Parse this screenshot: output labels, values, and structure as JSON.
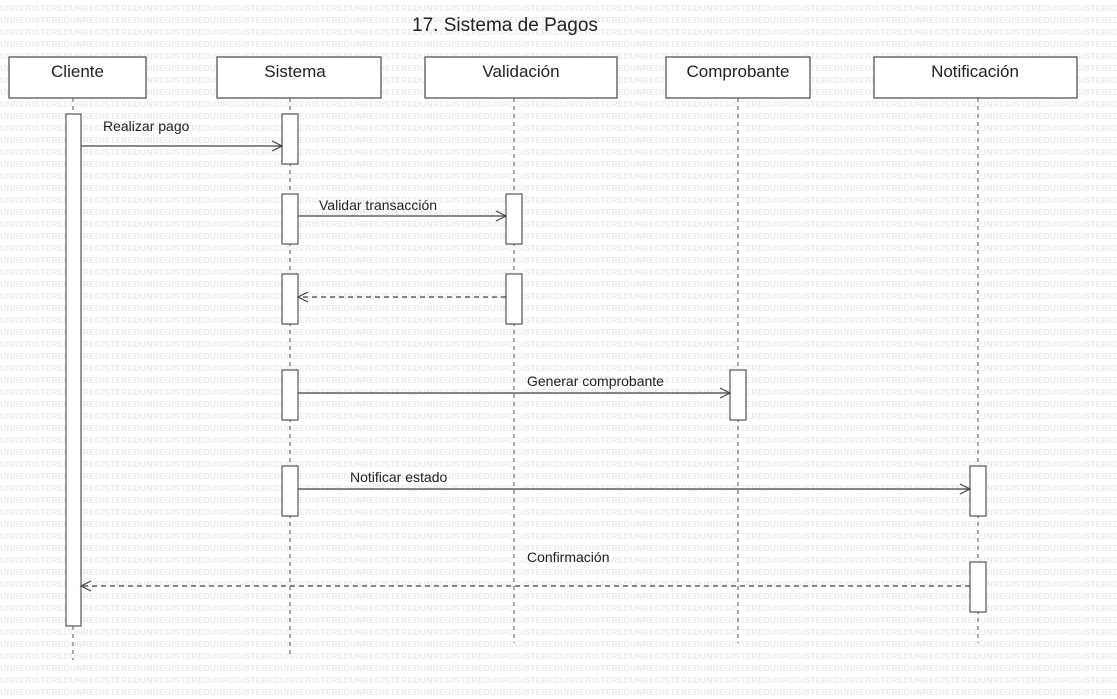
{
  "watermark": "UNREGISTERED",
  "title": "17. Sistema de Pagos",
  "actors": [
    {
      "id": "cliente",
      "label": "Cliente"
    },
    {
      "id": "sistema",
      "label": "Sistema"
    },
    {
      "id": "validacion",
      "label": "Validación"
    },
    {
      "id": "comprobante",
      "label": "Comprobante"
    },
    {
      "id": "notificacion",
      "label": "Notificación"
    }
  ],
  "messages": [
    {
      "from": "cliente",
      "to": "sistema",
      "label": "Realizar pago",
      "style": "solid"
    },
    {
      "from": "sistema",
      "to": "validacion",
      "label": "Validar transacción",
      "style": "solid"
    },
    {
      "from": "validacion",
      "to": "sistema",
      "label": "",
      "style": "dashed"
    },
    {
      "from": "sistema",
      "to": "comprobante",
      "label": "Generar comprobante",
      "style": "solid"
    },
    {
      "from": "sistema",
      "to": "notificacion",
      "label": "Notificar estado",
      "style": "solid"
    },
    {
      "from": "notificacion",
      "to": "cliente",
      "label": "Confirmación",
      "style": "dashed"
    }
  ],
  "colors": {
    "stroke": "#555555",
    "text": "#222222",
    "watermark": "#ebebeb"
  }
}
